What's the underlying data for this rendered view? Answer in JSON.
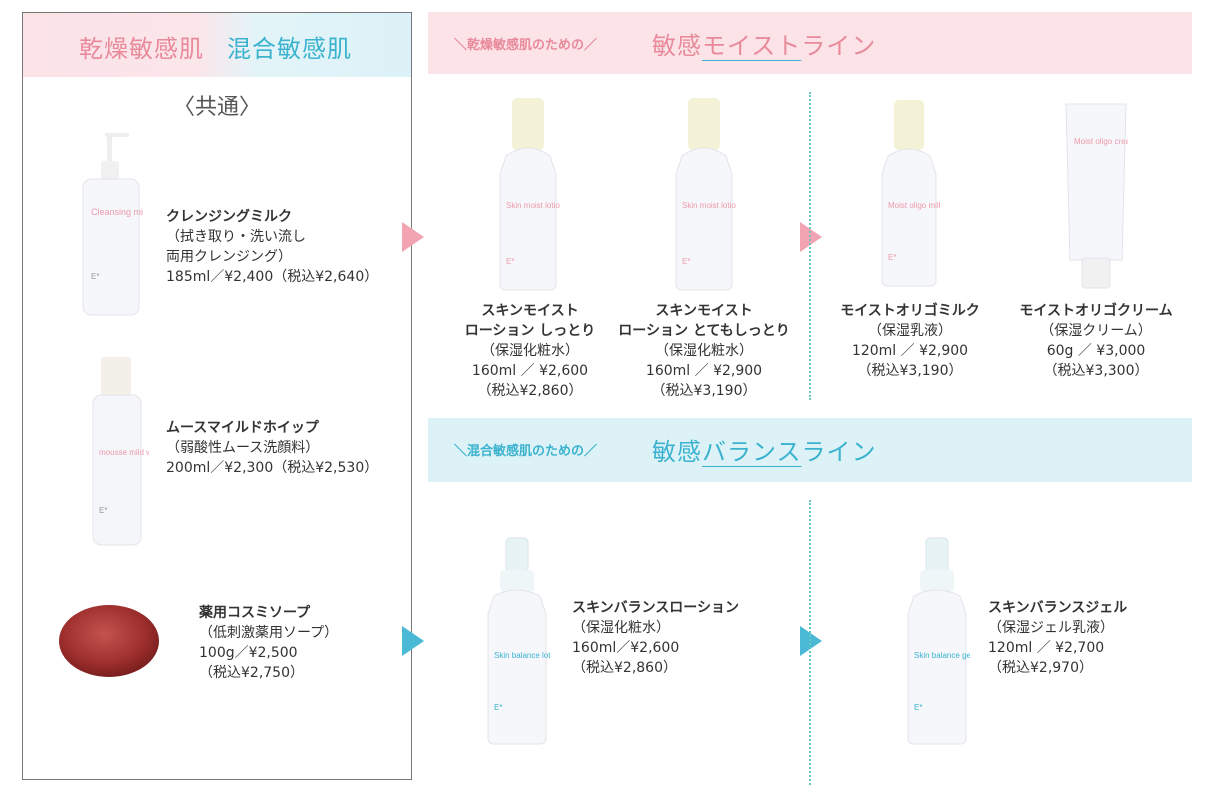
{
  "left": {
    "title_dry": "乾燥敏感肌",
    "title_mixed": "混合敏感肌",
    "common_label": "〈共通〉",
    "products": [
      {
        "name": "クレンジングミルク",
        "lines": [
          "（拭き取り・洗い流し",
          "両用クレンジング）",
          "185ml／¥2,400（税込¥2,640）"
        ],
        "label": "Cleansing milk"
      },
      {
        "name": "ムースマイルドホイップ",
        "lines": [
          "（弱酸性ムース洗顔料）",
          "200ml／¥2,300（税込¥2,530）"
        ],
        "label": "mousse mild whip"
      },
      {
        "name": "薬用コスミソープ",
        "lines": [
          "（低刺激薬用ソープ）",
          "100g／¥2,500",
          "（税込¥2,750）"
        ]
      }
    ]
  },
  "moist": {
    "sub": "＼乾燥敏感肌のための／",
    "main_a": "敏感",
    "main_b": "モイスト",
    "main_c": "ライン",
    "products": [
      {
        "name1": "スキンモイスト",
        "name2": "ローション しっとり",
        "lines": [
          "（保湿化粧水）",
          "160ml ／ ¥2,600",
          "（税込¥2,860）"
        ],
        "label": "Skin moist lotion"
      },
      {
        "name1": "スキンモイスト",
        "name2": "ローション とてもしっとり",
        "lines": [
          "（保湿化粧水）",
          "160ml ／ ¥2,900",
          "（税込¥3,190）"
        ],
        "label": "Skin moist lotion"
      },
      {
        "name1": "モイストオリゴミルク",
        "name2": "",
        "lines": [
          "（保湿乳液）",
          "120ml ／ ¥2,900",
          "（税込¥3,190）"
        ],
        "label": "Moist oligo milk"
      },
      {
        "name1": "モイストオリゴクリーム",
        "name2": "",
        "lines": [
          "（保湿クリーム）",
          "60g ／ ¥3,000",
          "（税込¥3,300）"
        ],
        "label": "Moist oligo cream"
      }
    ]
  },
  "balance": {
    "sub": "＼混合敏感肌のための／",
    "main_a": "敏感",
    "main_b": "バランス",
    "main_c": "ライン",
    "products": [
      {
        "name": "スキンバランスローション",
        "lines": [
          "（保湿化粧水）",
          "160ml／¥2,600",
          "（税込¥2,860）"
        ],
        "label": "Skin balance lotion"
      },
      {
        "name": "スキンバランスジェル",
        "lines": [
          "（保湿ジェル乳液）",
          "120ml ／ ¥2,700",
          "（税込¥2,970）"
        ],
        "label": "Skin balance gel"
      }
    ]
  },
  "colors": {
    "pink": "#e98a9a",
    "blue": "#3bb3cf",
    "pink_bg": "#fbe3e8",
    "blue_bg": "#dcf2f7"
  }
}
